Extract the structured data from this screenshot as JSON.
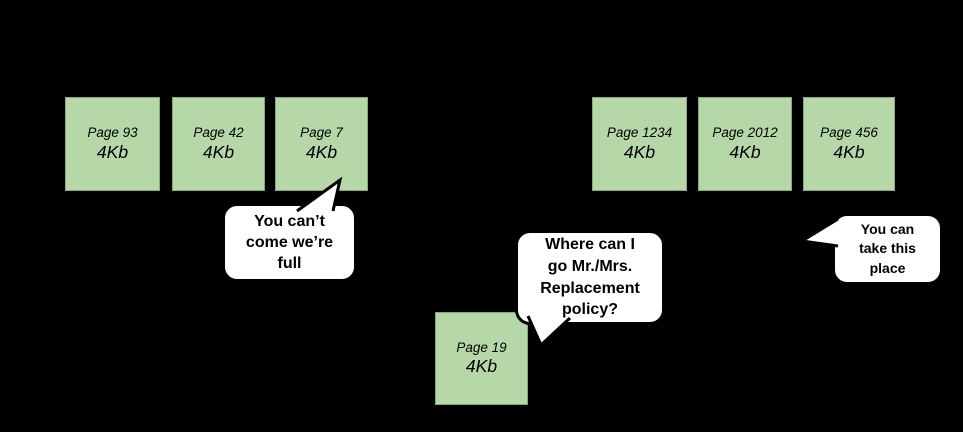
{
  "palette": {
    "background": "#000000",
    "box_fill": "#b6d7a8",
    "box_border": "#85a876",
    "bubble_fill": "#ffffff",
    "bubble_border": "#000000",
    "text": "#000000"
  },
  "frames_left": [
    {
      "page": "Page 93",
      "size": "4Kb"
    },
    {
      "page": "Page 42",
      "size": "4Kb"
    },
    {
      "page": "Page 7",
      "size": "4Kb"
    }
  ],
  "frames_right": [
    {
      "page": "Page 1234",
      "size": "4Kb"
    },
    {
      "page": "Page 2012",
      "size": "4Kb"
    },
    {
      "page": "Page 456",
      "size": "4Kb"
    }
  ],
  "incoming_frame": {
    "page": "Page 19",
    "size": "4Kb"
  },
  "bubbles": [
    {
      "speaker": "full-frame-page-7",
      "text": "You can’t\ncome we’re\nfull"
    },
    {
      "speaker": "incoming-page-19",
      "text": "Where can I\ngo Mr./Mrs.\nReplacement\npolicy?"
    },
    {
      "speaker": "available-frame-456",
      "text": "You can\ntake this\nplace"
    }
  ]
}
